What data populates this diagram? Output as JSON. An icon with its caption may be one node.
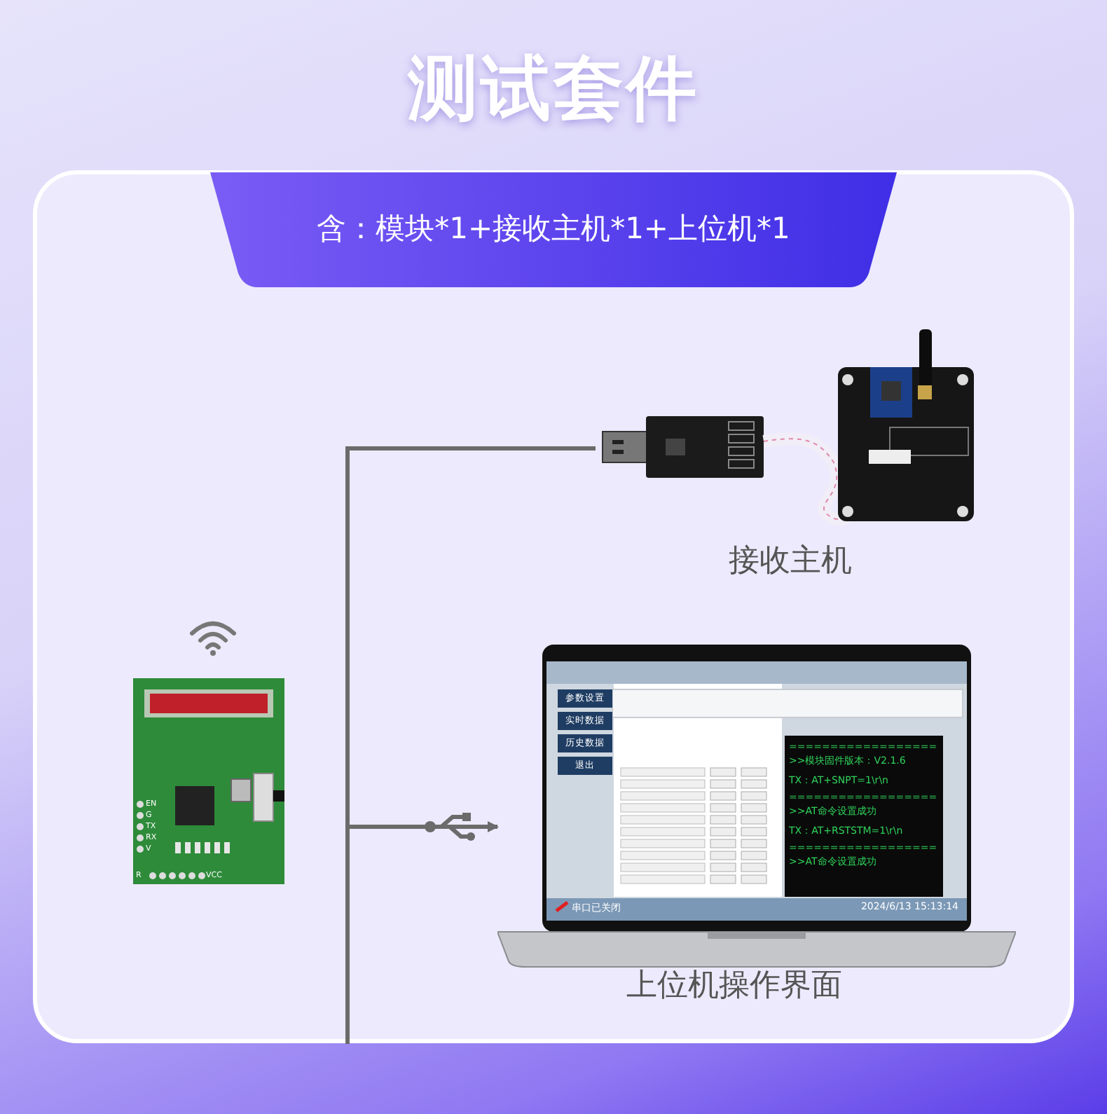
{
  "diagram": {
    "title": "测试套件",
    "nodes": [
      {
        "text": [
          "含：模块*1+接收主机*1+上位机*1"
        ]
      },
      {
        "text": [
          "接收主机"
        ]
      },
      {
        "text": [],
        "shape": "picture"
      },
      {
        "text": [
          "上位机操作界面"
        ]
      }
    ],
    "edges": [
      {
        "from": 1,
        "to": 3,
        "arrow": "to"
      }
    ],
    "labels": [
      "参数设置",
      "实时数据",
      "历史数据",
      "退出",
      "串口已关闭",
      "2024/6/13 15:13:14",
      "==================>>模块固件版本：V2.1.6",
      "TX：AT+SNPT=1\\r\\n",
      "==================>>AT命令设置成功",
      "TX：AT+RSTSTM=1\\r\\n",
      "==================>>AT命令设置成功",
      "EN",
      "G",
      "TX",
      "RX",
      "V",
      "R",
      "VCC"
    ]
  }
}
